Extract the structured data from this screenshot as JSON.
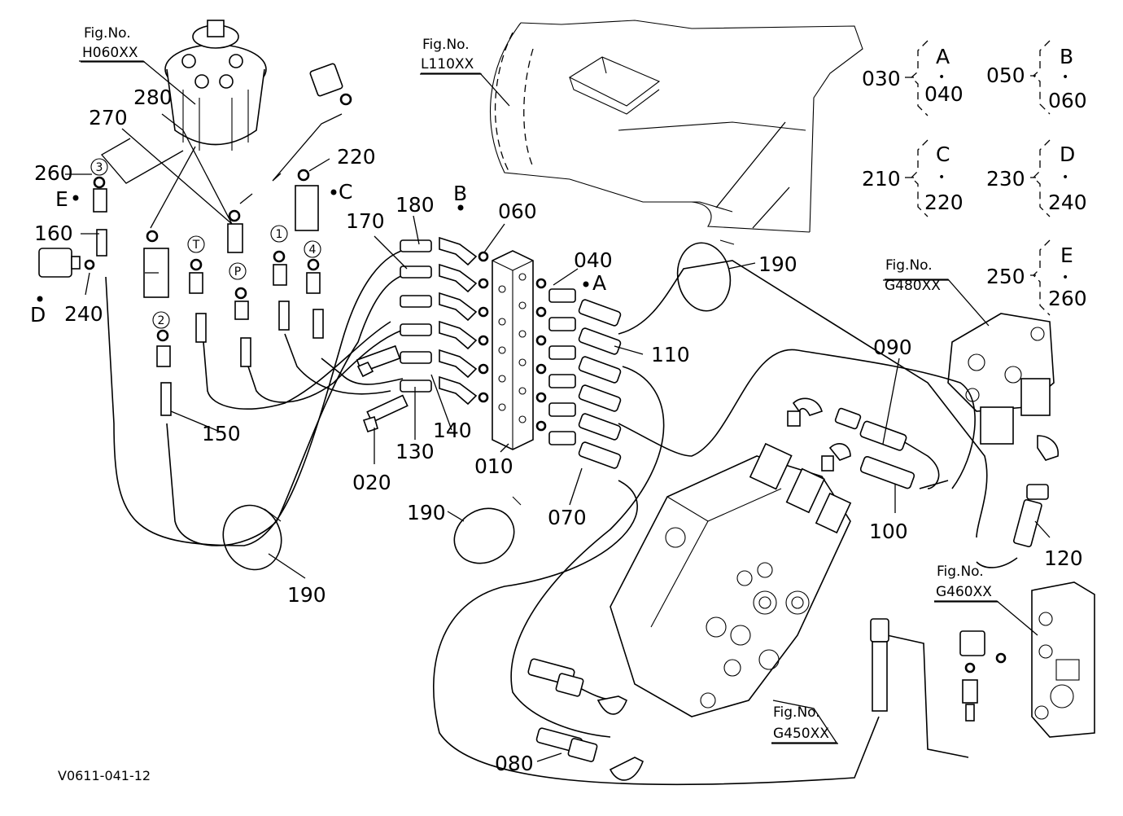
{
  "diagram_id": "V0611-041-12",
  "fig_refs": {
    "h060": {
      "prefix": "Fig.No.",
      "code": "H060XX"
    },
    "l110": {
      "prefix": "Fig.No.",
      "code": "L110XX"
    },
    "g480": {
      "prefix": "Fig.No.",
      "code": "G480XX"
    },
    "g460": {
      "prefix": "Fig.No.",
      "code": "G460XX"
    },
    "g450": {
      "prefix": "Fig.No.",
      "code": "G450XX"
    }
  },
  "parts": {
    "p010": "010",
    "p020": "020",
    "p040": "040",
    "p060": "060",
    "p070": "070",
    "p080": "080",
    "p090": "090",
    "p100": "100",
    "p110": "110",
    "p120": "120",
    "p130": "130",
    "p140": "140",
    "p150": "150",
    "p160": "160",
    "p170": "170",
    "p180": "180",
    "p190a": "190",
    "p190b": "190",
    "p190c": "190",
    "p220": "220",
    "p240": "240",
    "p260": "260",
    "p270": "270",
    "p280": "280"
  },
  "callouts": {
    "A": "A",
    "B": "B",
    "C": "C",
    "D": "D",
    "E": "E"
  },
  "port_marks": {
    "one": "1",
    "two": "2",
    "three": "3",
    "four": "4",
    "P": "P",
    "T": "T"
  },
  "legend": [
    {
      "code": "030",
      "letter": "A",
      "dot": "•",
      "sub": "040"
    },
    {
      "code": "050",
      "letter": "B",
      "dot": "•",
      "sub": "060"
    },
    {
      "code": "210",
      "letter": "C",
      "dot": "•",
      "sub": "220"
    },
    {
      "code": "230",
      "letter": "D",
      "dot": "•",
      "sub": "240"
    },
    {
      "code": "250",
      "letter": "E",
      "dot": "•",
      "sub": "260"
    }
  ]
}
